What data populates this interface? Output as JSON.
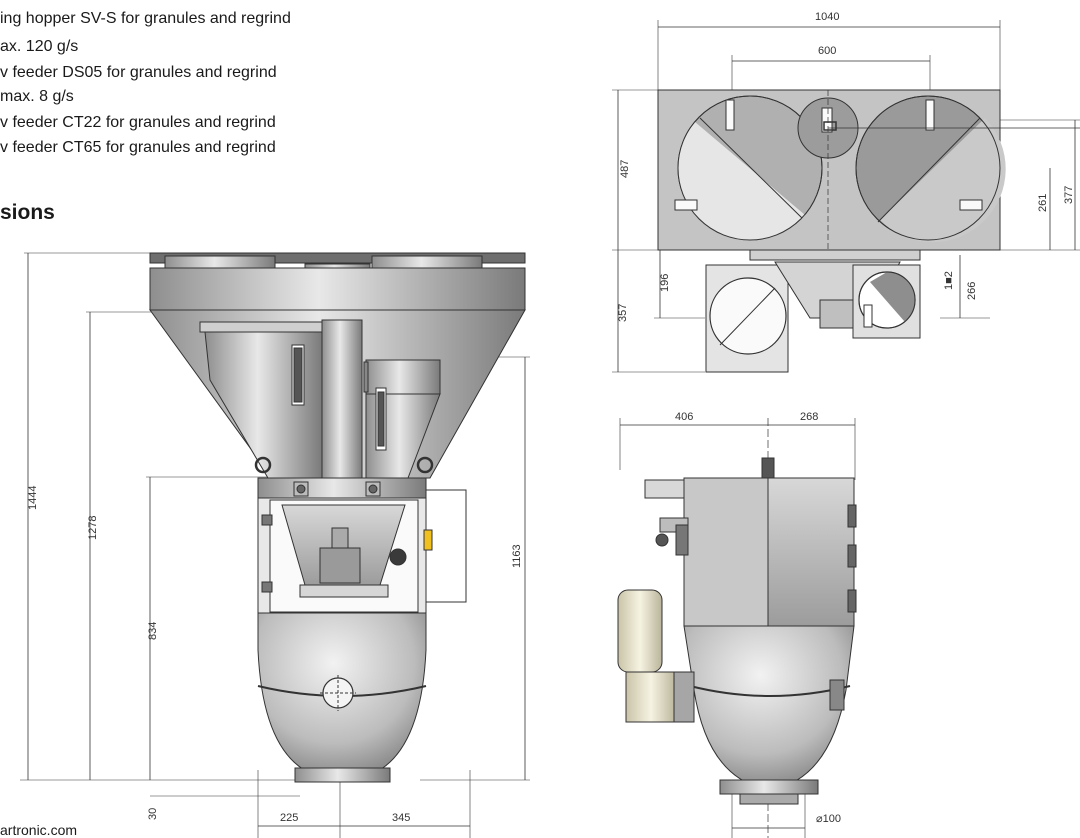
{
  "text_lines": [
    "ing hopper SV-S for granules and regrind",
    "ax. 120 g/s",
    "v feeder DS05 for granules and regrind",
    "max. 8 g/s",
    "v feeder CT22 for granules and regrind",
    "v feeder CT65 for granules and regrind"
  ],
  "heading": "sions",
  "footer": "artronic.com",
  "dims": {
    "front_total_height": "1444",
    "front_mid_height": "1278",
    "front_lower_height": "834",
    "front_right_height": "1163",
    "front_base": "30",
    "front_left_width": "225",
    "front_right_width": "345",
    "top_total_width": "1040",
    "top_inner_width": "600",
    "top_height": "487",
    "top_inner_height": "261",
    "top_right_height": "377",
    "top_low_height": "357",
    "top_low_inner": "196",
    "top_low_right": "266",
    "top_small": "1■2",
    "side_left_width": "406",
    "side_right_width": "268",
    "side_outlet": "⌀100"
  }
}
